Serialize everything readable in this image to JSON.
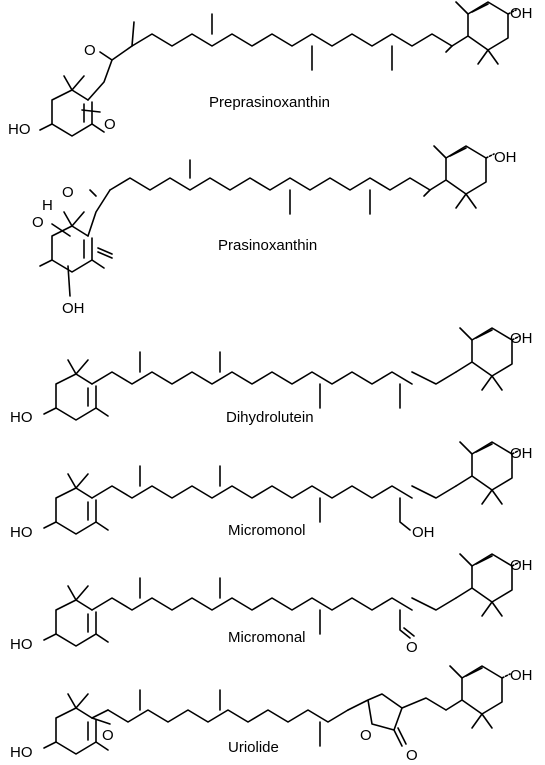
{
  "figure": {
    "compounds": [
      {
        "id": "preprasinoxanthin",
        "name": "Preprasinoxanthin",
        "atoms": {
          "carbonyl_o": "O",
          "epoxide_o": "O",
          "left_hydroxyl": "HO",
          "right_hydroxyl": "OH"
        }
      },
      {
        "id": "prasinoxanthin",
        "name": "Prasinoxanthin",
        "atoms": {
          "carbonyl_o": "O",
          "ring_hydroxyl_o": "O",
          "ring_hydroxyl_h": "H",
          "bottom_hydroxyl": "OH",
          "right_hydroxyl": "OH"
        }
      },
      {
        "id": "dihydrolutein",
        "name": "Dihydrolutein",
        "atoms": {
          "left_hydroxyl": "HO",
          "right_hydroxyl": "OH"
        }
      },
      {
        "id": "micromonol",
        "name": "Micromonol",
        "atoms": {
          "left_hydroxyl": "HO",
          "chain_hydroxyl": "OH",
          "right_hydroxyl": "OH"
        }
      },
      {
        "id": "micromonal",
        "name": "Micromonal",
        "atoms": {
          "left_hydroxyl": "HO",
          "aldehyde_o": "O",
          "right_hydroxyl": "OH"
        }
      },
      {
        "id": "uriolide",
        "name": "Uriolide",
        "atoms": {
          "left_hydroxyl": "HO",
          "epoxide_o": "O",
          "lactone_ring_o": "O",
          "lactone_carbonyl_o": "O",
          "right_hydroxyl": "OH"
        }
      }
    ]
  }
}
